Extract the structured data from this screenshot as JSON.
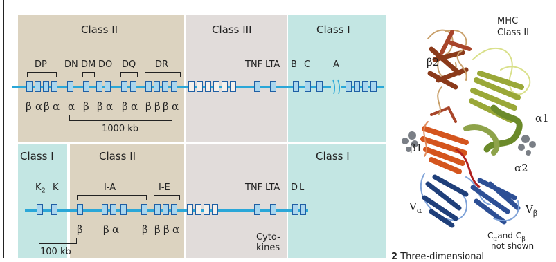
{
  "human": {
    "regions": {
      "class_ii": "Class II",
      "class_iii": "Class III",
      "class_i": "Class I"
    },
    "genes": {
      "dp": "DP",
      "dn": "DN",
      "dm": "DM",
      "do": "DO",
      "dq": "DQ",
      "dr": "DR",
      "tnf": "TNF",
      "lta": "LTA",
      "b": "B",
      "c": "C",
      "a": "A"
    },
    "chains": [
      "β",
      "α",
      "β",
      "α",
      "α",
      "β",
      "β",
      "α",
      "β",
      "α",
      "β",
      "β",
      "β",
      "α"
    ],
    "scale": "1000 kb"
  },
  "mouse": {
    "regions": {
      "class_i_left": "Class I",
      "class_ii": "Class II",
      "class_i_right": "Class I"
    },
    "genes": {
      "k2_main": "K",
      "k2_sub": "2",
      "k": "K",
      "ia": "I-A",
      "ie": "I-E",
      "tnf": "TNF",
      "lta": "LTA",
      "d": "D",
      "l": "L"
    },
    "chains": [
      "β",
      "β",
      "α",
      "β",
      "β",
      "β",
      "α"
    ],
    "cytokines_line1": "Cyto-",
    "cytokines_line2": "kines",
    "scale": "100 kb"
  },
  "structure": {
    "title_line1": "MHC",
    "title_line2": "Class II",
    "domains": {
      "b2": "β2",
      "a1": "α1",
      "b1": "β1",
      "a2": "α2",
      "va": "V",
      "va_sub": "α",
      "vb": "V",
      "vb_sub": "β"
    },
    "note_c": "C",
    "note_ca_sub": "α",
    "note_and": "and C",
    "note_cb_sub": "β",
    "note_line2": "not shown"
  },
  "caption": {
    "number": "2",
    "text": "Three-dimensional"
  },
  "colors": {
    "class_ii": "#dcd3c0",
    "class_iii": "#e1dcda",
    "class_i": "#c3e6e3",
    "line": "#2aa7d8",
    "box_fill": "#a9d6ee",
    "box_border": "#1f5fa4"
  }
}
